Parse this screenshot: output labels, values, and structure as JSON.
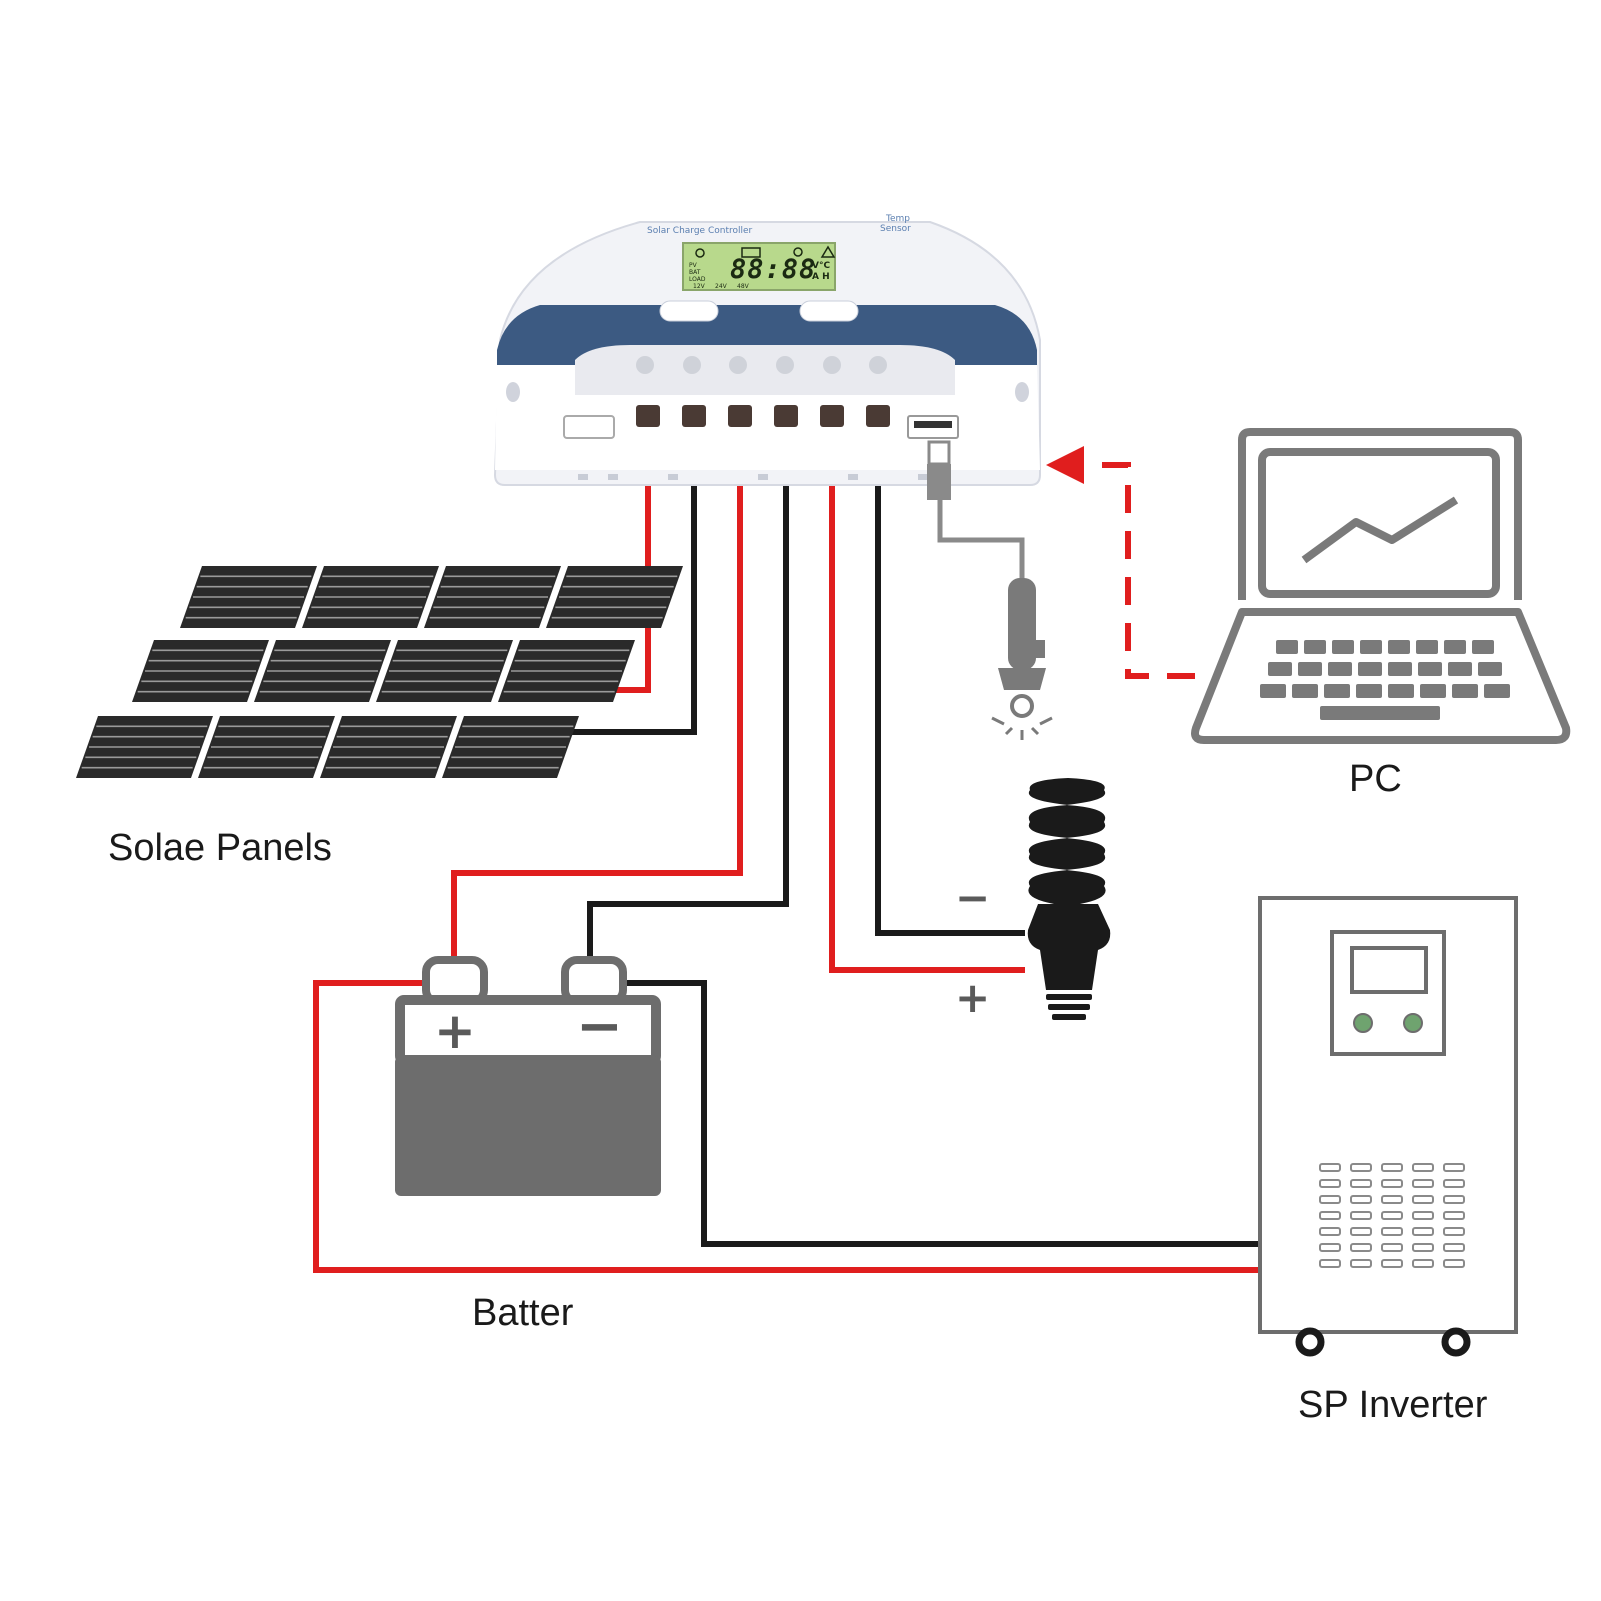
{
  "labels": {
    "solar_panels": "Solae Panels",
    "battery": "Batter",
    "pc": "PC",
    "inverter": "SP Inverter"
  },
  "controller": {
    "title": "Solar Charge Controller",
    "sensor_label_1": "Temp",
    "sensor_label_2": "Sensor",
    "lcd_digits": "88:88",
    "lcd_units_top": "V°C",
    "lcd_units_bottom": "A H",
    "lcd_volt_12": "12V",
    "lcd_volt_24": "24V",
    "lcd_volt_48": "48V",
    "lcd_pv": "PV",
    "lcd_bat": "BAT",
    "lcd_load": "LOAD"
  },
  "polarity": {
    "battery_positive": "+",
    "battery_negative": "−",
    "load_negative": "−",
    "load_positive": "+"
  },
  "colors": {
    "wire_positive": "#e01e1e",
    "wire_negative": "#1a1a1a",
    "controller_band": "#3c5a82",
    "lcd_screen": "#b8d98c",
    "icon_gray": "#7a7a7a",
    "battery_body": "#6d6d6d"
  }
}
